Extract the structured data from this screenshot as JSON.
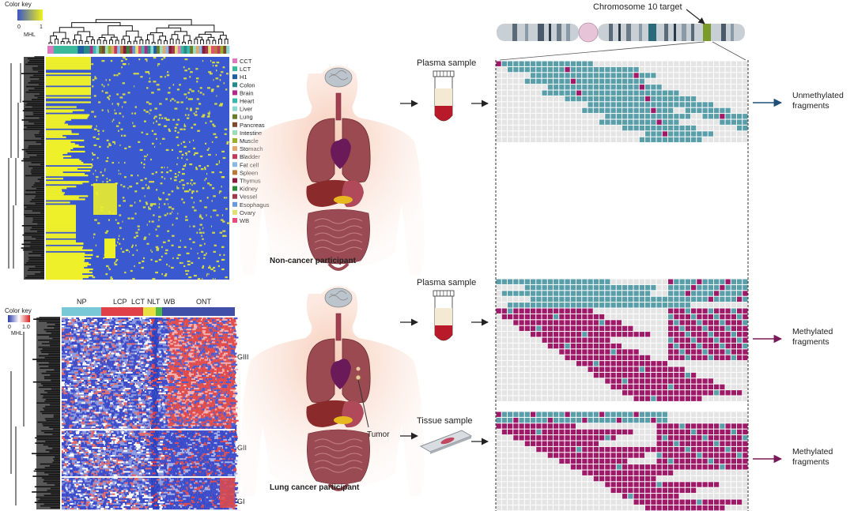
{
  "heatmap_top": {
    "color_key": {
      "title": "Color key",
      "min": "0",
      "max": "1",
      "unit": "MHL",
      "low_color": "#3a55c8",
      "high_color": "#f2f21a"
    },
    "legend": [
      {
        "label": "CCT",
        "color": "#e078c0"
      },
      {
        "label": "LCT",
        "color": "#3cb89a"
      },
      {
        "label": "H1",
        "color": "#1f5fa0"
      },
      {
        "label": "Colon",
        "color": "#2a8a8a"
      },
      {
        "label": "Brain",
        "color": "#b02a8a"
      },
      {
        "label": "Heart",
        "color": "#3ab8b0"
      },
      {
        "label": "Liver",
        "color": "#8ad8d0"
      },
      {
        "label": "Lung",
        "color": "#6a7a28"
      },
      {
        "label": "Pancreas",
        "color": "#7a4a2a"
      },
      {
        "label": "Intestine",
        "color": "#9adcb8"
      },
      {
        "label": "Muscle",
        "color": "#9ab02a"
      },
      {
        "label": "Stomach",
        "color": "#e0a870"
      },
      {
        "label": "Bladder",
        "color": "#c03a5a"
      },
      {
        "label": "Fat cell",
        "color": "#8ab8e0"
      },
      {
        "label": "Spleen",
        "color": "#b87a3a"
      },
      {
        "label": "Thymus",
        "color": "#8a1a3a"
      },
      {
        "label": "Kidney",
        "color": "#2a8a3a"
      },
      {
        "label": "Vessel",
        "color": "#a03a4a"
      },
      {
        "label": "Esophagus",
        "color": "#6a9ad8"
      },
      {
        "label": "Ovary",
        "color": "#e0e070"
      },
      {
        "label": "WB",
        "color": "#e84a7a"
      }
    ]
  },
  "heatmap_bottom": {
    "color_key": {
      "title": "Color key",
      "min": "0",
      "max": "1.0",
      "unit": "MHL"
    },
    "groups": [
      {
        "label": "NP",
        "color": "#78c8d8"
      },
      {
        "label": "LCP",
        "color": "#e04048"
      },
      {
        "label": "LCT",
        "color": "#e04048"
      },
      {
        "label": "NLT",
        "color": "#e8e040"
      },
      {
        "label": "WB",
        "color": "#50b848"
      },
      {
        "label": "ONT",
        "color": "#4050a8"
      }
    ],
    "row_groups": [
      "GIII",
      "GII",
      "GI"
    ]
  },
  "participants": {
    "non_cancer": "Non-cancer participant",
    "lung_cancer": "Lung cancer participant",
    "tumor_label": "Tumor"
  },
  "samples": {
    "plasma_1": "Plasma sample",
    "plasma_2": "Plasma sample",
    "tissue": "Tissue sample"
  },
  "chromosome": {
    "label": "Chromosome 10 target"
  },
  "outcomes": {
    "top": "Unmethylated fragments",
    "middle": "Methylated fragments",
    "bottom": "Methylated fragments"
  },
  "colors": {
    "unmethylated": "#5a9eaa",
    "methylated": "#9e1a68",
    "empty": "#e4e4e4",
    "arrow_blue": "#1f4e78",
    "arrow_purple": "#7a1a5a"
  }
}
